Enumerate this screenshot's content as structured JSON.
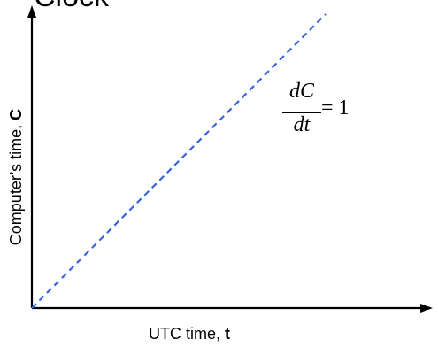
{
  "header": {
    "title_fragment": "Clock"
  },
  "axes": {
    "ylabel_prefix": "Computer’s time, ",
    "ylabel_symbol": "C",
    "xlabel_prefix": "UTC time, ",
    "xlabel_symbol": "t"
  },
  "formula": {
    "numerator": "dC",
    "denominator": "dt",
    "rhs": "= 1"
  },
  "colors": {
    "axis": "#000000",
    "ideal_line": "#3a66d8"
  }
}
